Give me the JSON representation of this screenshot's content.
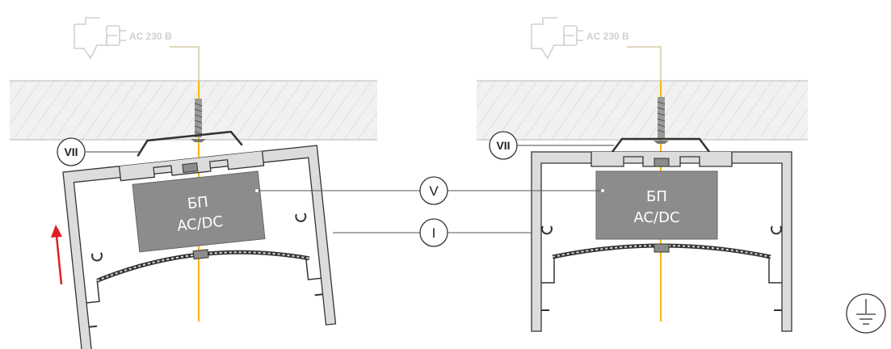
{
  "power_source": {
    "left_label": "AC 230 B",
    "right_label": "AC 230 B"
  },
  "psu": {
    "left_line1": "БП",
    "left_line2": "AC/DC",
    "right_line1": "БП",
    "right_line2": "AC/DC"
  },
  "callouts": {
    "vii_left": "VII",
    "vii_right": "VII",
    "v": "V",
    "i": "I"
  },
  "icons": {
    "ground": "ground-icon",
    "plug": "plug-icon",
    "arrow": "up-arrow-icon"
  },
  "colors": {
    "profile_fill": "#dcdcdc",
    "profile_stroke": "#333333",
    "psu_fill": "#8c8c8c",
    "wire": "#f5b800",
    "arrow": "#e02020",
    "hatch": "#bdbdbd"
  }
}
